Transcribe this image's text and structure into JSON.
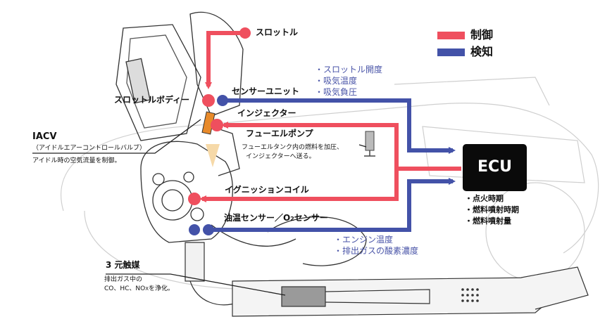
{
  "legend": {
    "control": "制御",
    "detect": "検知",
    "control_color": "#ef4f5e",
    "detect_color": "#4352a8"
  },
  "labels": {
    "throttle": "スロットル",
    "throttle_body": "スロットルボディー",
    "sensor_unit": "センサーユニット",
    "injector": "インジェクター",
    "fuel_pump": "フューエルポンプ",
    "fuel_pump_desc_1": "フューエルタンク内の燃料を加圧、",
    "fuel_pump_desc_2": "インジェクターへ送る。",
    "iacv": "IACV",
    "iacv_name": "（アイドルエアーコントロールバルブ）",
    "iacv_desc": "アイドル時の空気流量を制御。",
    "ignition_coil": "イグニッションコイル",
    "oil_temp_o2_a": "油温センサー／O",
    "oil_temp_o2_sub": "2",
    "oil_temp_o2_b": "センサー",
    "catalyst": "3 元触媒",
    "catalyst_desc_1": "排出ガス中の",
    "catalyst_desc_2a": "CO、HC、NO",
    "catalyst_desc_2_sub": "X",
    "catalyst_desc_2b": "を浄化。"
  },
  "sensor_unit_signals": [
    "・スロットル開度",
    "・吸気温度",
    "・吸気負圧"
  ],
  "oil_o2_signals": [
    "・エンジン温度",
    "・排出ガスの酸素濃度"
  ],
  "ecu": {
    "label": "ECU",
    "outputs": [
      "・点火時期",
      "・燃料噴射時期",
      "・燃料噴射量"
    ]
  }
}
